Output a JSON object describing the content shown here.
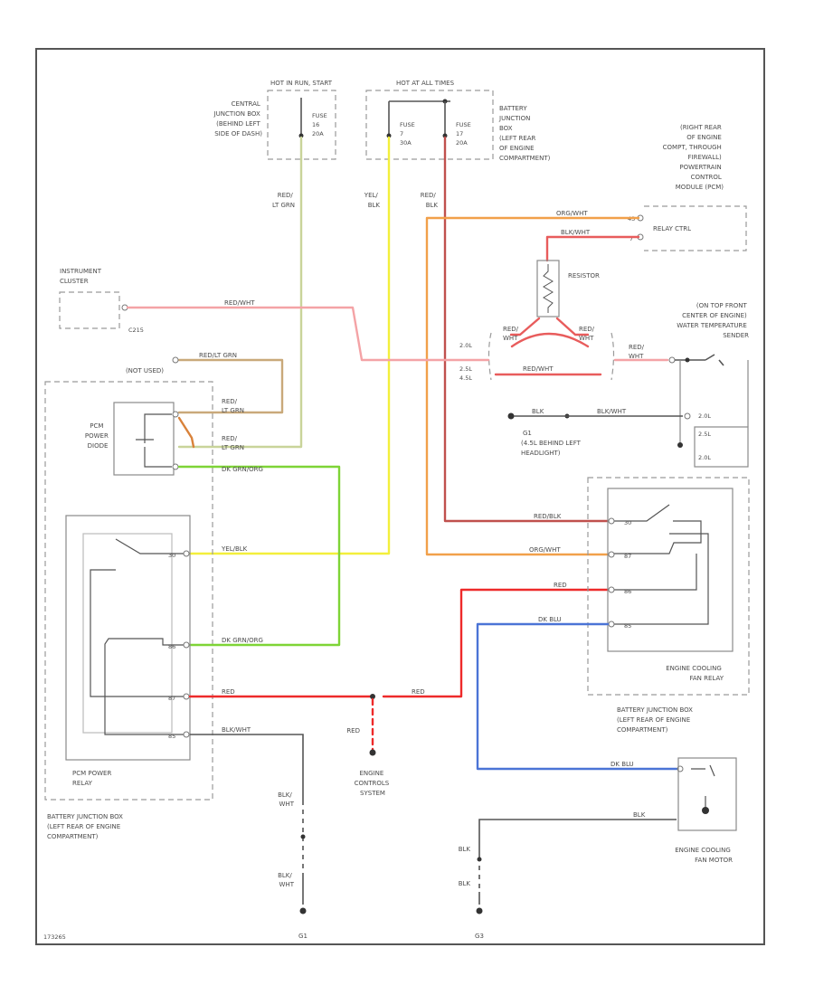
{
  "colors": {
    "red_wht": "#e85c5c",
    "red_blk": "#c0504d",
    "red": "#ee2a2a",
    "lt_grn": "#c9d49a",
    "yel": "#f3ef3b",
    "yel_blk": "#e2e07a",
    "orange": "#f1a04a",
    "pink": "#f4a3a6",
    "grn": "#7ed436",
    "blue": "#4b74d6",
    "black": "#555555"
  },
  "fuse_boxes": {
    "hot_run_start": "HOT IN RUN, START",
    "hot_all_times": "HOT AT ALL TIMES",
    "central_jb": [
      "CENTRAL",
      "JUNCTION BOX",
      "(BEHIND LEFT",
      "SIDE OF DASH)"
    ],
    "fuse_central": [
      "FUSE",
      "16",
      "20A"
    ],
    "fuse_bjb_a": [
      "FUSE",
      "7",
      "30A"
    ],
    "fuse_bjb_b": [
      "FUSE",
      "17",
      "20A"
    ],
    "battery_jb_top": [
      "BATTERY",
      "JUNCTION",
      "BOX",
      "(LEFT REAR",
      "OF ENGINE",
      "COMPARTMENT)"
    ]
  },
  "pcm": {
    "location": [
      "(RIGHT REAR",
      "OF ENGINE",
      "COMPT, THROUGH",
      "FIREWALL)",
      "POWERTRAIN",
      "CONTROL",
      "MODULE (PCM)"
    ],
    "terminal_top": "43",
    "terminal_bottom": "7",
    "relay_ctrl": "RELAY CTRL"
  },
  "wires": {
    "red_lt_grn": [
      "RED/",
      "LT GRN"
    ],
    "yel_blk": [
      "YEL/",
      "BLK"
    ],
    "red_blk": [
      "RED/",
      "BLK"
    ],
    "org_wht": "ORG/WHT",
    "blk_wht_pcm": "BLK/WHT",
    "red_wht_cluster": "RED/WHT",
    "red_lt_grn_top": "RED/LT GRN",
    "red_lt_grn_a": [
      "RED/",
      "LT GRN"
    ],
    "red_lt_grn_b": [
      "RED/",
      "LT GRN"
    ],
    "dk_grn_org": "DK GRN/ORG",
    "red_wht_a": [
      "RED/",
      "WHT"
    ],
    "red_wht_b": [
      "RED/",
      "WHT"
    ],
    "red_wht_c": "RED/WHT",
    "red_wht_sensor": [
      "RED/",
      "WHT"
    ],
    "blk_a": "BLK",
    "blk_wht_b": "BLK/WHT",
    "red_blk_fan": "RED/BLK",
    "org_wht_fan": "ORG/WHT",
    "red_fan": "RED",
    "dk_blu_fan": "DK BLU",
    "yel_blk_pcm": "YEL/BLK",
    "dk_grn_org_pcm": "DK GRN/ORG",
    "red_main": "RED",
    "red_main_b": "RED",
    "blk_wht_relay": "BLK/WHT",
    "red_engine": "RED",
    "dk_blu_motor": "DK BLU",
    "blk_motor": "BLK",
    "blk_wht_g_a": [
      "BLK/",
      "WHT"
    ],
    "blk_wht_g_b": [
      "BLK/",
      "WHT"
    ],
    "blk_g_a": "BLK",
    "blk_g_b": "BLK"
  },
  "components": {
    "instrument_cluster": [
      "INSTRUMENT",
      "CLUSTER"
    ],
    "c215": "C215",
    "resistor": "RESISTOR",
    "sensor": [
      "(ON TOP FRONT",
      "CENTER OF ENGINE)",
      "WATER TEMPERATURE",
      "SENDER"
    ],
    "ctrl_2l": "2.0L",
    "ctrl_25l": "2.5L",
    "ctrl_45l": "4.5L",
    "s_20l": "2.0L",
    "s_25l": "2.5L",
    "s_20l_b": "2.0L",
    "g_ref": "G1",
    "g_ref_loc": [
      "(4.5L BEHIND LEFT",
      "HEADLIGHT)"
    ],
    "not_used": "(NOT USED)",
    "pcm_power_diode": [
      "PCM",
      "POWER",
      "DIODE"
    ],
    "pcm_power_relay": [
      "PCM POWER",
      "RELAY"
    ],
    "battery_jb_left": [
      "BATTERY JUNCTION BOX",
      "(LEFT REAR OF ENGINE",
      "COMPARTMENT)"
    ],
    "engine_controls": [
      "ENGINE",
      "CONTROLS",
      "SYSTEM"
    ],
    "fan_relay": [
      "ENGINE COOLING",
      "FAN RELAY"
    ],
    "battery_jb_right": [
      "BATTERY JUNCTION BOX",
      "(LEFT REAR OF ENGINE",
      "COMPARTMENT)"
    ],
    "fan_motor": [
      "ENGINE COOLING",
      "FAN MOTOR"
    ],
    "g_left": "G1",
    "g_right": "G3",
    "relay_pins": [
      "30",
      "87",
      "86",
      "85"
    ],
    "fan_pins": [
      "30",
      "87",
      "86",
      "85"
    ],
    "figure_id": "173265"
  }
}
